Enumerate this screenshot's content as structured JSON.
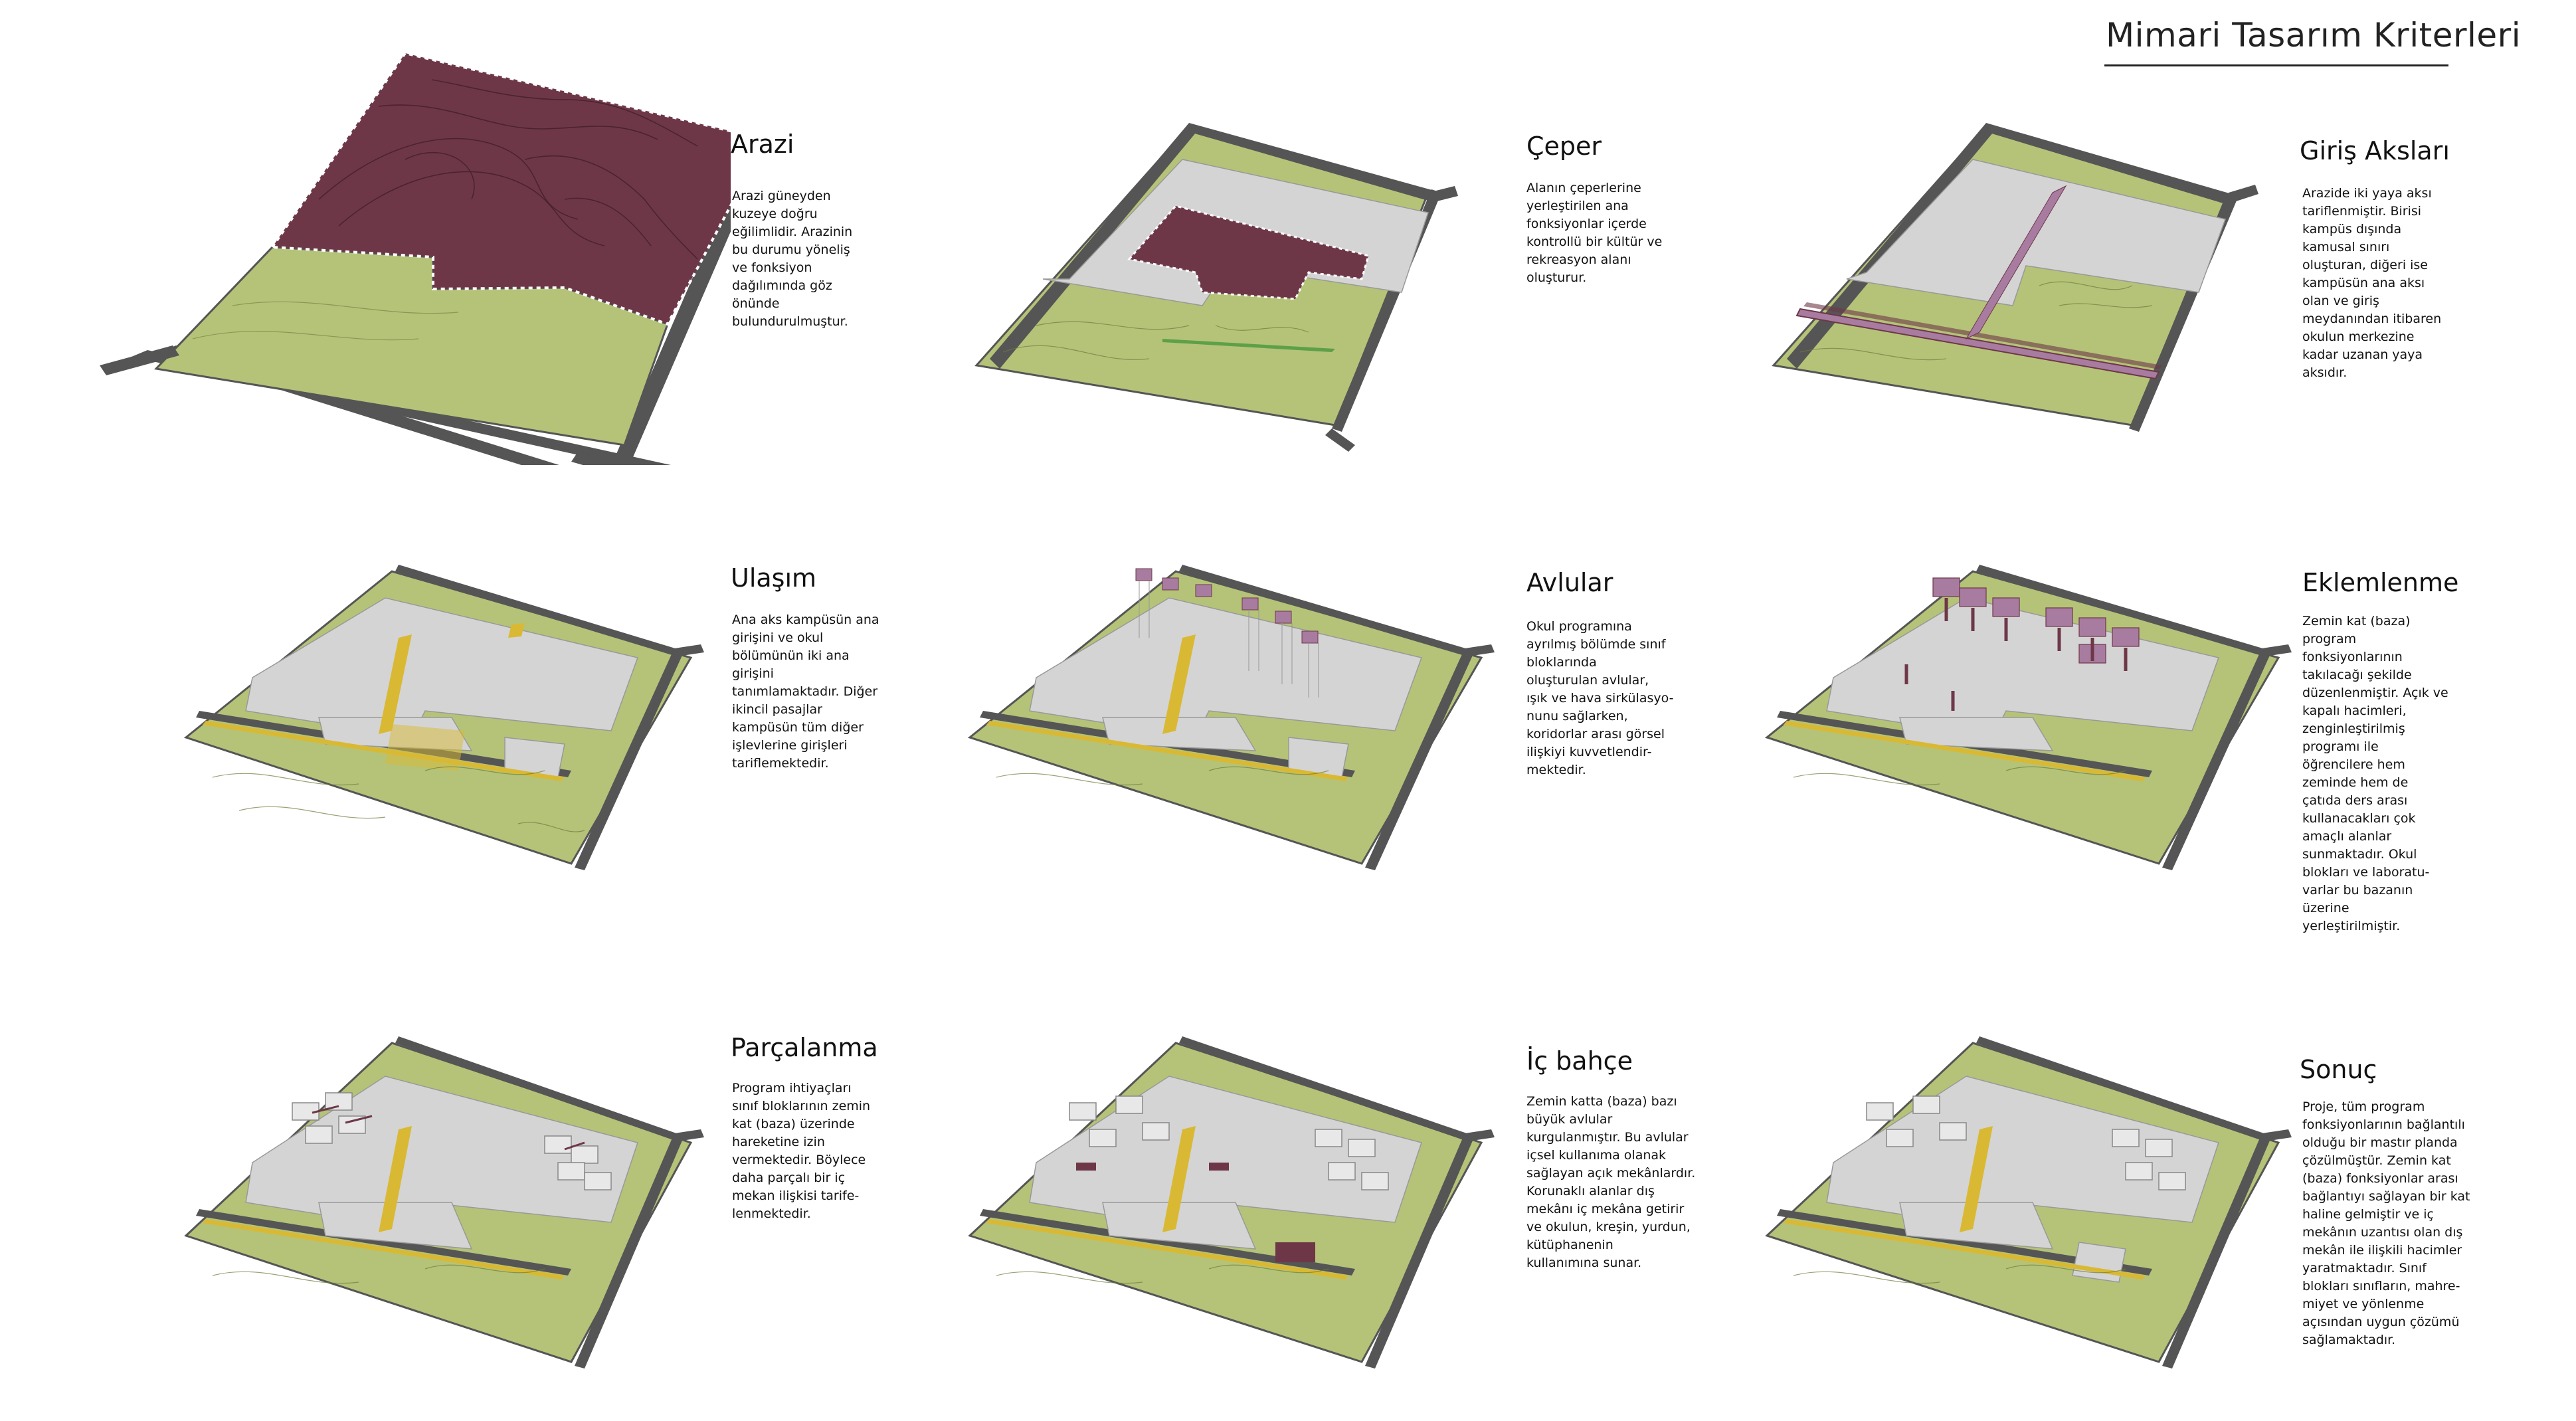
{
  "page": {
    "title": "Mimari Tasarım Kriterleri"
  },
  "colors": {
    "road": "#555555",
    "grass": "#b4c378",
    "site_dark": "#6e3748",
    "building": "#d4d4d4",
    "accent_purple": "#a87ca0",
    "accent_yellow": "#d9b934"
  },
  "panels": [
    {
      "title": "Arazi",
      "text": "Arazi güneyden\nkuzeye doğru\neğilimlidir. Arazinin\nbu durumu yöneliş\nve fonksiyon\ndağılımında göz\nönünde\nbulundurulmuştur."
    },
    {
      "title": "Çeper",
      "text": "Alanın çeperlerine\nyerleştirilen ana\nfonksiyonlar içerde\nkontrollü bir kültür ve\nrekreasyon alanı\noluşturur."
    },
    {
      "title": "Giriş Aksları",
      "text": "Arazide iki yaya aksı\ntariflenmiştir. Birisi\nkampüs dışında\nkamusal sınırı\noluşturan, diğeri ise\nkampüsün ana aksı\nolan ve giriş\nmeydanından itibaren\nokulun merkezine\nkadar uzanan yaya\naksıdır."
    },
    {
      "title": "Ulaşım",
      "text": "Ana aks kampüsün ana\ngirişini ve okul\nbölümünün iki ana\ngirişini\ntanımlamaktadır. Diğer\nikincil pasajlar\nkampüsün tüm diğer\nişlevlerine girişleri\ntariflemektedir."
    },
    {
      "title": "Avlular",
      "text": "Okul programına\nayrılmış bölümde sınıf\nbloklarında\noluşturulan avlular,\nışık ve hava sirkülasyo-\nnunu sağlarken,\nkoridorlar arası görsel\nilişkiyi kuvvetlendir-\nmektedir."
    },
    {
      "title": "Eklemlenme",
      "text": "Zemin kat (baza)\nprogram\nfonksiyonlarının\ntakılacağı şekilde\ndüzenlenmiştir. Açık ve\nkapalı hacimleri,\nzenginleştirilmiş\nprogramı ile\nöğrencilere hem\nzeminde hem de\nçatıda ders arası\nkullanacakları çok\namaçlı alanlar\nsunmaktadır. Okul\nblokları ve laboratu-\nvarlar bu bazanın\nüzerine\nyerleştirilmiştir."
    },
    {
      "title": "Parçalanma",
      "text": "Program ihtiyaçları\nsınıf bloklarının zemin\nkat (baza) üzerinde\nhareketine izin\nvermektedir. Böylece\ndaha parçalı bir iç\nmekan ilişkisi tarife-\nlenmektedir."
    },
    {
      "title": "İç bahçe",
      "text": "Zemin katta (baza) bazı\nbüyük avlular\nkurgulanmıştır. Bu avlular\niçsel kullanıma olanak\nsağlayan açık mekânlardır.\nKorunaklı alanlar dış\nmekânı iç mekâna getirir\nve okulun, kreşin, yurdun,\nkütüphanenin\nkullanımına sunar."
    },
    {
      "title": "Sonuç",
      "text": "Proje, tüm program\nfonksiyonlarının bağlantılı\nolduğu bir mastır planda\nçözülmüştür. Zemin kat\n(baza) fonksiyonlar arası\nbağlantıyı sağlayan bir kat\nhaline gelmiştir ve iç\nmekânın uzantısı olan dış\nmekân ile ilişkili hacimler\nyaratmaktadır. Sınıf\nblokları sınıfların, mahre-\nmiyet ve yönlenme\naçısından uygun çözümü\nsağlamaktadır."
    }
  ]
}
